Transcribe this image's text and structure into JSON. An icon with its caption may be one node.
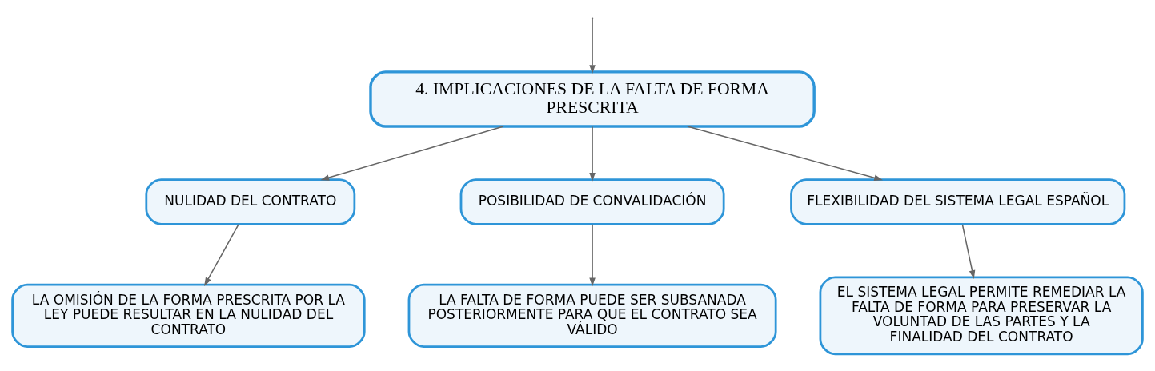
{
  "diagram": {
    "nodes": [
      {
        "text": [
          "4. IMPLICACIONES DE LA FALTA DE FORMA PRESCRITA"
        ]
      },
      {
        "text": [
          "NULIDAD DEL CONTRATO"
        ]
      },
      {
        "text": [
          "POSIBILIDAD DE CONVALIDACIÓN"
        ]
      },
      {
        "text": [
          "FLEXIBILIDAD DEL SISTEMA LEGAL ESPAÑOL"
        ]
      },
      {
        "text": [
          "LA OMISIÓN DE LA FORMA PRESCRITA POR LA LEY PUEDE RESULTAR EN LA NULIDAD DEL CONTRATO"
        ]
      },
      {
        "text": [
          "LA FALTA DE FORMA PUEDE SER SUBSANADA POSTERIORMENTE PARA QUE EL CONTRATO SEA VÁLIDO"
        ]
      },
      {
        "text": [
          "EL SISTEMA LEGAL PERMITE REMEDIAR LA FALTA DE FORMA PARA PRESERVAR LA VOLUNTAD DE LAS PARTES Y LA FINALIDAD DEL CONTRATO"
        ]
      }
    ],
    "edges": [
      {
        "from": null,
        "to": 0,
        "arrow": "to"
      },
      {
        "from": 0,
        "to": 1,
        "arrow": "to"
      },
      {
        "from": 0,
        "to": 2,
        "arrow": "to"
      },
      {
        "from": 0,
        "to": 3,
        "arrow": "to"
      },
      {
        "from": 1,
        "to": 4,
        "arrow": "to"
      },
      {
        "from": 2,
        "to": 5,
        "arrow": "to"
      },
      {
        "from": 3,
        "to": 6,
        "arrow": "to"
      }
    ]
  }
}
